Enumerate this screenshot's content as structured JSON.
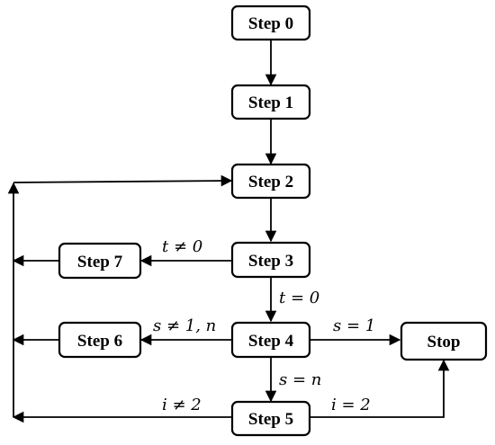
{
  "nodes": {
    "step0": "Step 0",
    "step1": "Step 1",
    "step2": "Step 2",
    "step3": "Step 3",
    "step4": "Step 4",
    "step5": "Step 5",
    "step6": "Step 6",
    "step7": "Step 7",
    "stop": "Stop"
  },
  "edge_labels": {
    "t_neq_0": "t ≠ 0",
    "t_eq_0": "t = 0",
    "s_neq_1_n": "s ≠ 1, n",
    "s_eq_1": "s = 1",
    "s_eq_n": "s = n",
    "i_neq_2": "i ≠ 2",
    "i_eq_2": "i = 2"
  },
  "colors": {
    "stroke": "#000000",
    "fill": "#ffffff"
  }
}
